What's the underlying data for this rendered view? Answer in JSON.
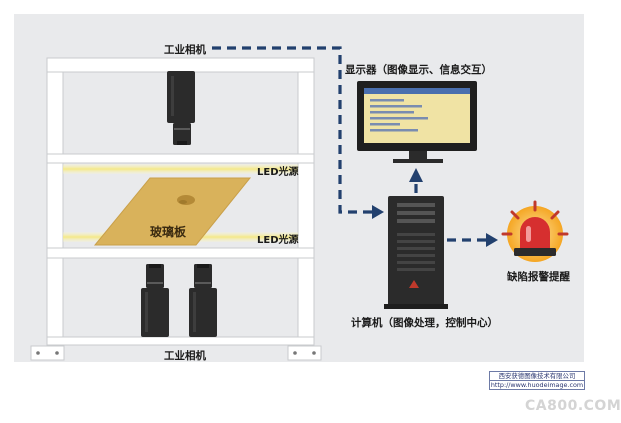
{
  "diagram": {
    "camera_top_label": "工业相机",
    "camera_bottom_label": "工业相机",
    "monitor_label": "显示器（图像显示、信息交互）",
    "led_top_label": "LED光源",
    "led_bottom_label": "LED光源",
    "glass_label": "玻璃板",
    "computer_label": "计算机（图像处理，控制中心）",
    "alarm_label": "缺陷报警提醒"
  },
  "footer": {
    "company_name": "西安获德图像技术有限公司",
    "company_url": "http://www.huodeimage.com",
    "watermark": "CA800.COM"
  },
  "colors": {
    "background": "#e9eaec",
    "frame": "#ffffff",
    "frame_outline": "#c9cbce",
    "device": "#2b2b2b",
    "led_glow": "#f4ec9c",
    "glass": "#d9b25b",
    "connector": "#22406e",
    "monitor_screen": "#f0e3a4",
    "alarm": "#f5a623"
  }
}
